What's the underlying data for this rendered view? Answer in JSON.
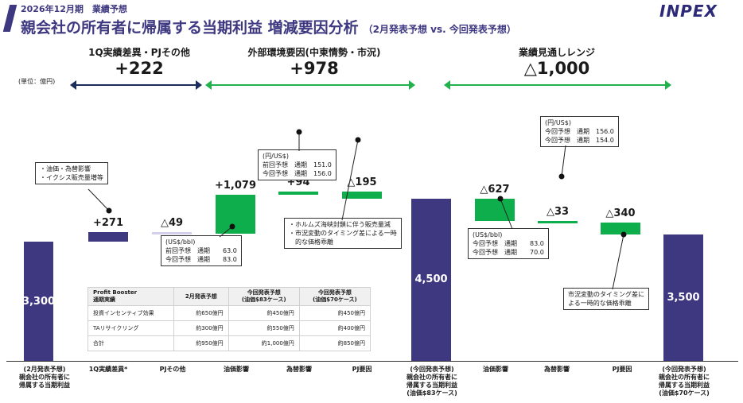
{
  "header": {
    "subtitle": "2026年12月期　業績予想",
    "title": "親会社の所有者に帰属する当期利益 増減要因分析",
    "title_suffix": "（2月発表予想 vs. 今回発表予想）",
    "logo": "INPEX"
  },
  "unit": "(単位：億円)",
  "groups": [
    {
      "label": "1Q実績差異・PJその他",
      "value": "+222"
    },
    {
      "label": "外部環境要因(中東情勢・市況)",
      "value": "+978"
    },
    {
      "label": "業績見通しレンジ",
      "value": "△1,000"
    }
  ],
  "colors": {
    "base": "#3d3880",
    "increase": "#0fae4c",
    "decrease_small": "#d4d0ec",
    "arrow_navy": "#1c2d5c",
    "arrow_green": "#22b14c"
  },
  "chart_data": {
    "type": "waterfall",
    "categories": [
      "(2月発表予想)\n親会社の所有者に\n帰属する当期利益",
      "1Q実績差異*",
      "PJその他",
      "油価影響",
      "為替影響",
      "PJ要因",
      "(今回発表予想)\n親会社の所有者に\n帰属する当期利益\n(油価$83ケース)",
      "油価影響",
      "為替影響",
      "PJ要因",
      "(今回発表予想)\n親会社の所有者に\n帰属する当期利益\n(油価$70ケース)"
    ],
    "steps": [
      {
        "kind": "total",
        "value": 3300,
        "label": "3,300"
      },
      {
        "kind": "delta",
        "value": 271,
        "label": "+271"
      },
      {
        "kind": "delta",
        "value": -49,
        "label": "△49"
      },
      {
        "kind": "delta",
        "value": 1079,
        "label": "+1,079"
      },
      {
        "kind": "delta",
        "value": 94,
        "label": "+94"
      },
      {
        "kind": "delta",
        "value": -195,
        "label": "△195"
      },
      {
        "kind": "total",
        "value": 4500,
        "label": "4,500"
      },
      {
        "kind": "delta",
        "value": -627,
        "label": "△627"
      },
      {
        "kind": "delta",
        "value": -33,
        "label": "△33"
      },
      {
        "kind": "delta",
        "value": -340,
        "label": "△340"
      },
      {
        "kind": "total",
        "value": 3500,
        "label": "3,500"
      }
    ]
  },
  "notes": {
    "n1": [
      "・油価・為替影響",
      "・イクシス販売量増等"
    ],
    "n2": [
      "(US$/bbl)",
      "前回予想　通期　　63.0",
      "今回予想　通期　　83.0"
    ],
    "n3": [
      "(円/US$)",
      "前回予想　通期　151.0",
      "今回予想　通期　156.0"
    ],
    "n4": [
      "・ホルムズ海峡封鎖に伴う販売量減",
      "・市況変動のタイミング差による一時",
      "　的な価格乖離"
    ],
    "n5": [
      "(US$/bbl)",
      "今回予想　通期　　83.0",
      "今回予想　通期　　70.0"
    ],
    "n6": [
      "(円/US$)",
      "今回予想　通期　156.0",
      "今回予想　通期　154.0"
    ],
    "n7": [
      "市況変動のタイミング差に",
      "よる一時的な価格乖離"
    ]
  },
  "table": {
    "headers": [
      "Profit Booster\n通期実績",
      "2月発表予想",
      "今回発表予想\n(油価$83ケース)",
      "今回発表予想\n(油価$70ケース)"
    ],
    "rows": [
      [
        "投資インセンティブ効果",
        "約650億円",
        "約450億円",
        "約450億円"
      ],
      [
        "TAリサイクリング",
        "約300億円",
        "約550億円",
        "約400億円"
      ],
      [
        "合計",
        "約950億円",
        "約1,000億円",
        "約850億円"
      ]
    ]
  }
}
